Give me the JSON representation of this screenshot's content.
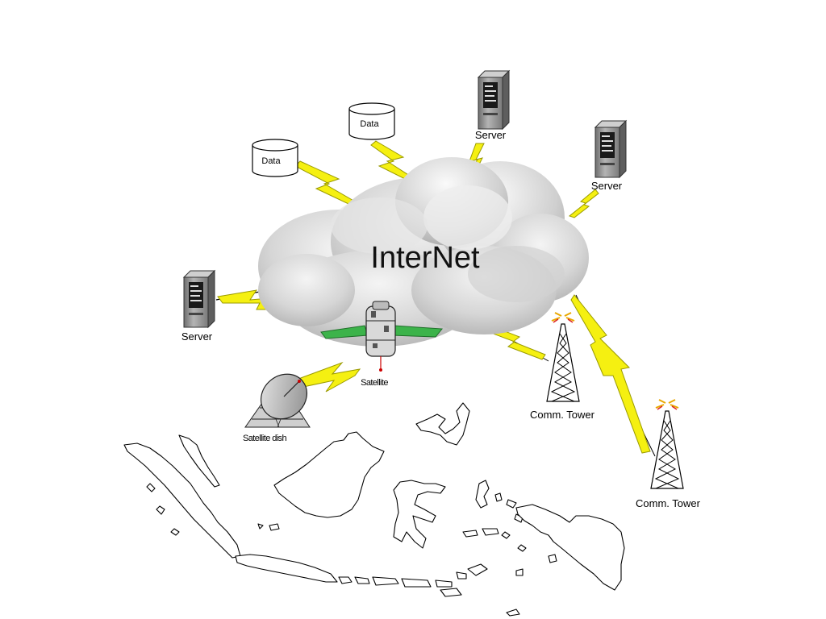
{
  "diagram": {
    "cloud_label": "InterNet",
    "nodes": {
      "data_1": {
        "label": "Data",
        "icon": "database-icon"
      },
      "data_2": {
        "label": "Data",
        "icon": "database-icon"
      },
      "server_top": {
        "label": "Server",
        "icon": "server-icon"
      },
      "server_right": {
        "label": "Server",
        "icon": "server-icon"
      },
      "server_left": {
        "label": "Server",
        "icon": "server-icon"
      },
      "satellite": {
        "label": "Satellite",
        "icon": "satellite-icon"
      },
      "satellite_dish": {
        "label": "Satellite dish",
        "icon": "satellite-dish-icon"
      },
      "tower_1": {
        "label": "Comm. Tower",
        "icon": "tower-icon"
      },
      "tower_2": {
        "label": "Comm. Tower",
        "icon": "tower-icon"
      }
    },
    "colors": {
      "link": "#f5f011",
      "link_stroke": "#9a9a00",
      "cloud_light": "#f2f2f2",
      "cloud_dark": "#b9b9b9",
      "server_body": "#8e8e8e",
      "solar_panel": "#3cb34a",
      "map_outline": "#000000"
    }
  }
}
